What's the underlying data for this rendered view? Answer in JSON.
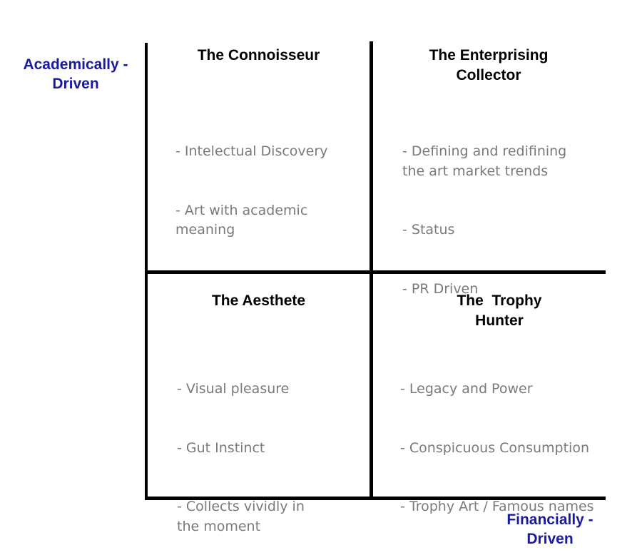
{
  "axes": {
    "y_label": "Academically -\nDriven",
    "x_label": "Financially -\nDriven"
  },
  "quadrants": [
    {
      "title": "The Connoisseur",
      "items": [
        "- Intelectual Discovery",
        "- Art with academic\nmeaning"
      ]
    },
    {
      "title": "The Enterprising\nCollector",
      "items": [
        "- Defining and redifining\nthe art market trends",
        "- Status",
        "- PR Driven"
      ]
    },
    {
      "title": "The Aesthete",
      "items": [
        "- Visual pleasure",
        "- Gut Instinct",
        "- Collects vividly in\nthe moment"
      ]
    },
    {
      "title": "The  Trophy\nHunter",
      "items": [
        "- Legacy and Power",
        "- Conspicuous Consumption",
        "- Trophy Art / Famous names"
      ]
    }
  ],
  "colors": {
    "axis_label": "#1a1aa0",
    "title": "#000000",
    "item_text": "#7a7a7a",
    "grid_line": "#000000"
  }
}
